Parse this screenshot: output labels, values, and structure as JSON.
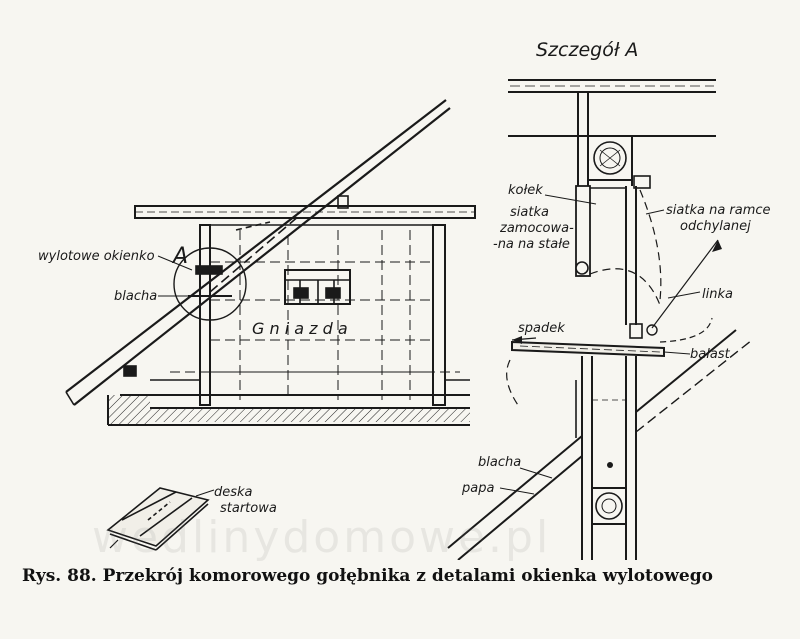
{
  "labels": {
    "detail_title": "Szczegół A",
    "marker_a": "A",
    "wylotowe_okienko": "wylotowe okienko",
    "blacha_left": "blacha",
    "gniazda": "G n i a z d a",
    "deska": "deska",
    "startowa": "startowa",
    "kolek": "kołek",
    "siatka_1": "siatka",
    "siatka_2": "zamocowa-",
    "siatka_3": "-na na stałe",
    "ramce_1": "siatka na ramce",
    "ramce_2": "odchylanej",
    "linka": "linka",
    "spadek": "spadek",
    "balast": "balast",
    "blacha_right": "blacha",
    "papa": "papa"
  },
  "caption": "Rys. 88. Przekrój komorowego gołębnika z detalami okienka wylotowego",
  "watermark": "wedlinydomowe.pl"
}
